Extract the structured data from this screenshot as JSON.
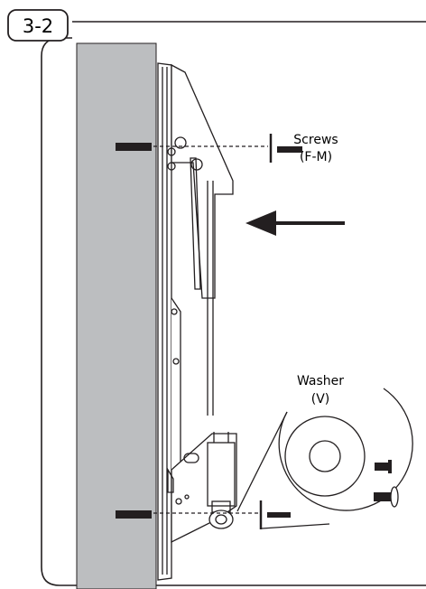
{
  "step": {
    "number": "3-2"
  },
  "labels": {
    "screws_name": "Screws",
    "screws_code": "(F-M)",
    "washer_name": "Washer",
    "washer_code": "(V)"
  },
  "colors": {
    "wall": "#bcbec0",
    "line": "#231f20",
    "background": "#ffffff"
  },
  "icons": {
    "direction": "left-arrow-icon",
    "screw": "screw-icon",
    "washer": "washer-icon"
  }
}
